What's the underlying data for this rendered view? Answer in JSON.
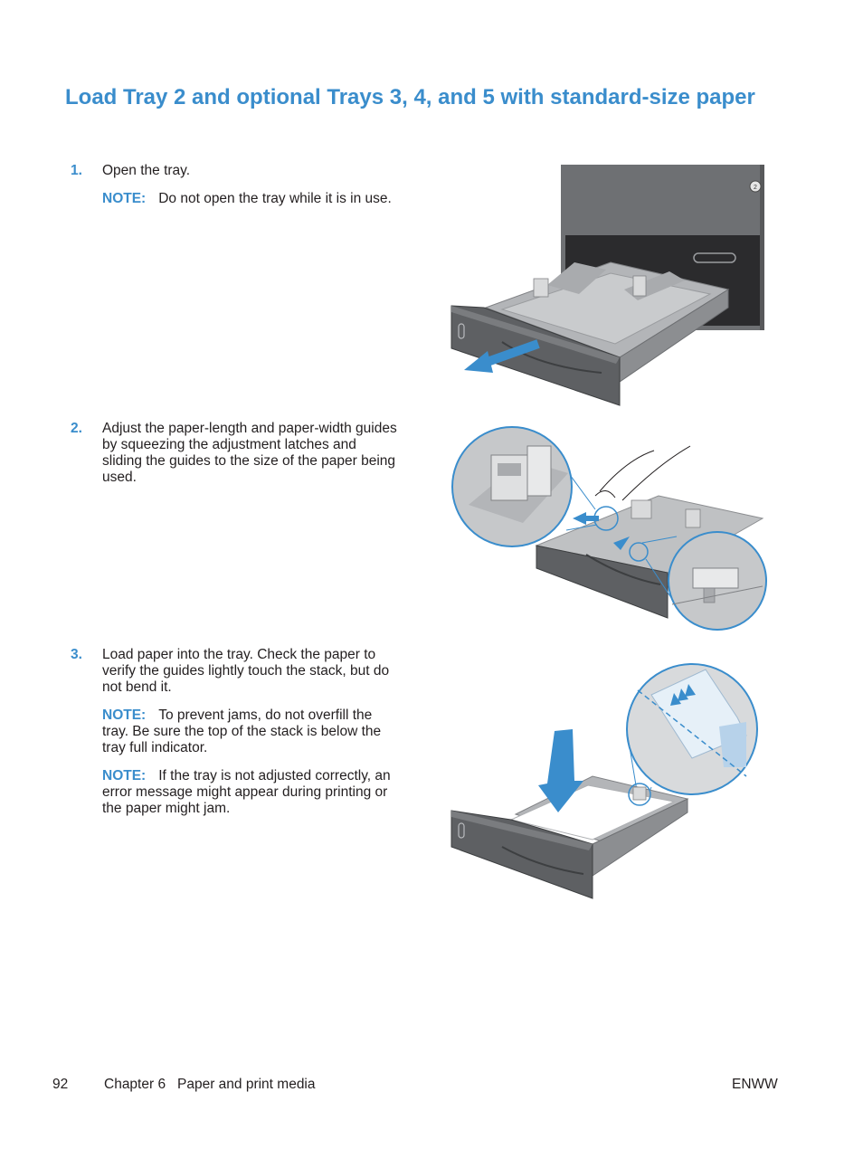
{
  "title": "Load Tray 2 and optional Trays 3, 4, and 5 with standard-size paper",
  "steps": [
    {
      "number": "1.",
      "text": "Open the tray.",
      "notes": [
        {
          "label": "NOTE:",
          "text": "Do not open the tray while it is in use."
        }
      ]
    },
    {
      "number": "2.",
      "text": "Adjust the paper-length and paper-width guides by squeezing the adjustment latches and sliding the guides to the size of the paper being used.",
      "notes": []
    },
    {
      "number": "3.",
      "text": "Load paper into the tray. Check the paper to verify the guides lightly touch the stack, but do not bend it.",
      "notes": [
        {
          "label": "NOTE:",
          "text": "To prevent jams, do not overfill the tray. Be sure the top of the stack is below the tray full indicator."
        },
        {
          "label": "NOTE:",
          "text": "If the tray is not adjusted correctly, an error message might appear during printing or the paper might jam."
        }
      ]
    }
  ],
  "figures": {
    "tray_label": "2"
  },
  "footer": {
    "page_number": "92",
    "chapter": "Chapter 6   Paper and print media",
    "code": "ENWW"
  },
  "colors": {
    "heading": "#3a8dcc",
    "arrow": "#3a8dcc",
    "tray": "#5e6063"
  }
}
